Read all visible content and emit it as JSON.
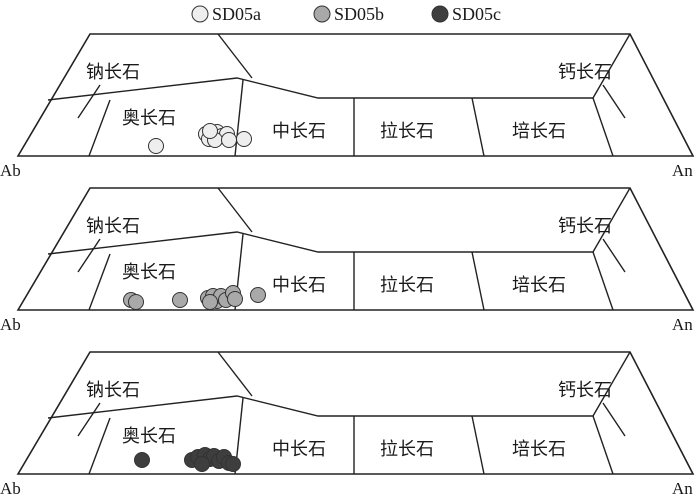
{
  "legend": [
    {
      "name": "SD05a",
      "color": "#eeeeee"
    },
    {
      "name": "SD05b",
      "color": "#a9a9a9"
    },
    {
      "name": "SD05c",
      "color": "#3e3e3e"
    }
  ],
  "field_labels": {
    "albite": "钠长石",
    "oligoclase": "奥长石",
    "andesine": "中长石",
    "labradorite": "拉长石",
    "bytownite": "培长石",
    "anorthite": "钙长石"
  },
  "endmembers": {
    "left": "Ab",
    "right": "An"
  },
  "panels": [
    {
      "series": "SD05a",
      "color": "#eeeeee",
      "point_count": 11
    },
    {
      "series": "SD05b",
      "color": "#a9a9a9",
      "point_count": 12
    },
    {
      "series": "SD05c",
      "color": "#3e3e3e",
      "point_count": 11
    }
  ]
}
